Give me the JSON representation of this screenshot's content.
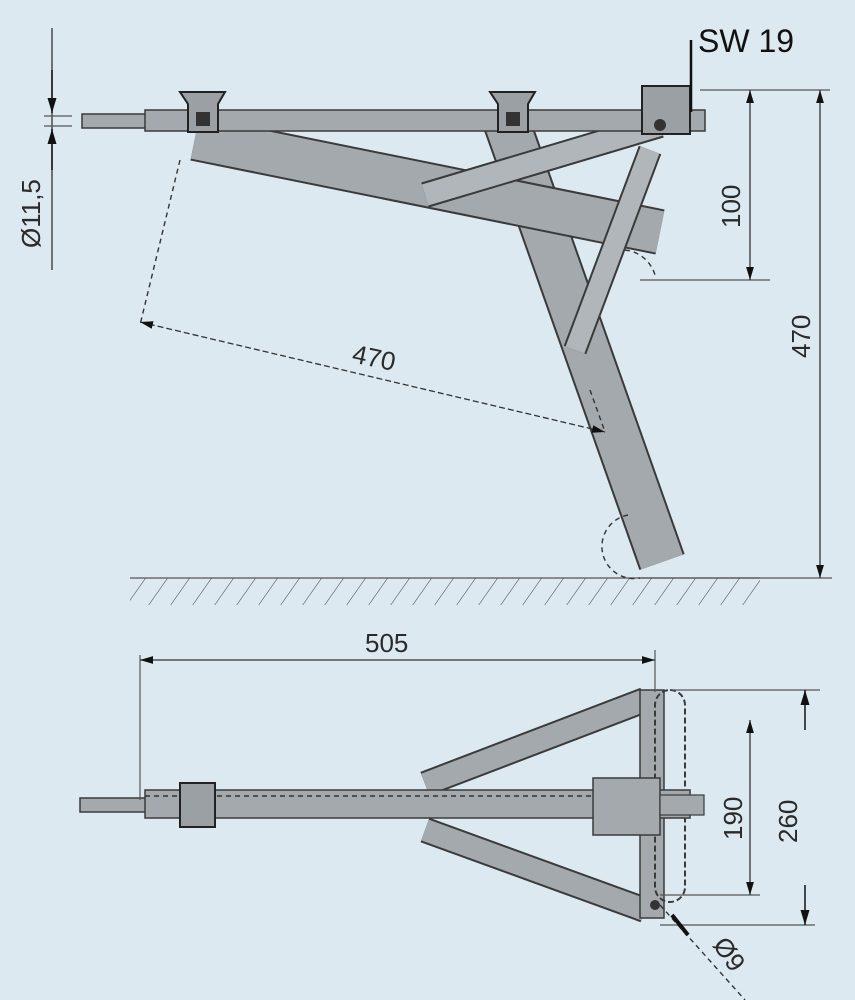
{
  "colors": {
    "background": "#dce9f1",
    "part_fill": "#a3a9ad",
    "part_outline": "#3a3a3a"
  },
  "side_view": {
    "wrench_size_label": "SW 19",
    "shaft_diameter_label": "Ø11,5",
    "leg_length_label": "470",
    "height_label": "470",
    "offset_label": "100"
  },
  "top_view": {
    "length_label": "505",
    "inner_width_label": "190",
    "outer_width_label": "260",
    "hole_diameter_label": "Ø9"
  }
}
